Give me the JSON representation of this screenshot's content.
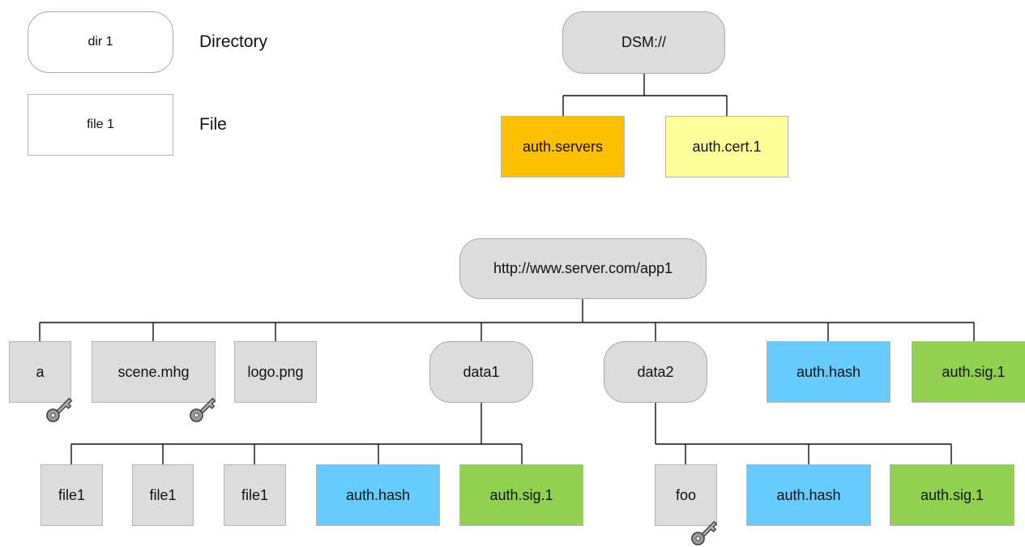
{
  "colors": {
    "gray": "#dcdcdc",
    "white": "#ffffff",
    "orange": "#ffc000",
    "light_yellow": "#ffff99",
    "blue": "#66ccff",
    "green": "#92d050",
    "line": "#111111"
  },
  "legend": {
    "dir_sample": "dir 1",
    "dir_label": "Directory",
    "file_sample": "file 1",
    "file_label": "File"
  },
  "trees": {
    "dsm": {
      "root": "DSM://",
      "children": [
        "auth.servers",
        "auth.cert.1"
      ]
    },
    "app": {
      "root": "http://www.server.com/app1",
      "level1": [
        "a",
        "scene.mhg",
        "logo.png",
        "data1",
        "data2",
        "auth.hash",
        "auth.sig.1"
      ],
      "data1_children": [
        "file1",
        "file1",
        "file1",
        "auth.hash",
        "auth.sig.1"
      ],
      "data2_children": [
        "foo",
        "auth.hash",
        "auth.sig.1"
      ]
    }
  },
  "icons": {
    "key": "key-icon"
  }
}
